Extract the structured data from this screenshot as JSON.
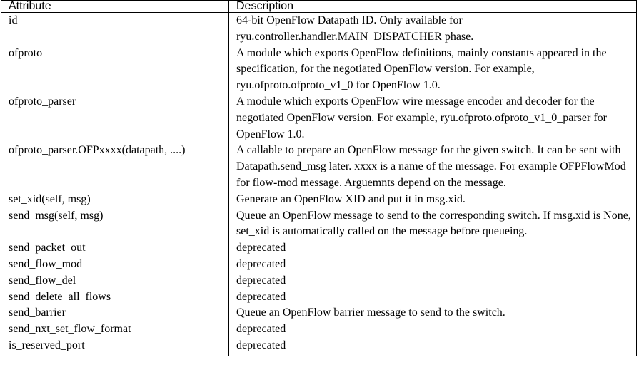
{
  "table": {
    "headers": [
      "Attribute",
      "Description"
    ],
    "rows": [
      {
        "attribute": "id",
        "description": "64-bit OpenFlow Datapath ID. Only available for ryu.controller.handler.MAIN_DISPATCHER phase."
      },
      {
        "attribute": "ofproto",
        "description": "A module which exports OpenFlow definitions, mainly constants appeared in the specification, for the negotiated OpenFlow version. For example, ryu.ofproto.ofproto_v1_0 for OpenFlow 1.0."
      },
      {
        "attribute": "ofproto_parser",
        "description": "A module which exports OpenFlow wire message encoder and decoder for the negotiated OpenFlow version. For example, ryu.ofproto.ofproto_v1_0_parser for OpenFlow 1.0."
      },
      {
        "attribute": "ofproto_parser.OFPxxxx(datapath, ....)",
        "description": "A callable to prepare an OpenFlow message for the given switch. It can be sent with Datapath.send_msg later. xxxx is a name of the message. For example OFPFlowMod for flow-mod message. Arguemnts depend on the message."
      },
      {
        "attribute": "set_xid(self, msg)",
        "description": "Generate an OpenFlow XID and put it in msg.xid."
      },
      {
        "attribute": "send_msg(self, msg)",
        "description": "Queue an OpenFlow message to send to the corresponding switch. If msg.xid is None, set_xid is automatically called on the message before queueing."
      },
      {
        "attribute": "send_packet_out",
        "description": "deprecated"
      },
      {
        "attribute": "send_flow_mod",
        "description": "deprecated"
      },
      {
        "attribute": "send_flow_del",
        "description": "deprecated"
      },
      {
        "attribute": "send_delete_all_flows",
        "description": "deprecated"
      },
      {
        "attribute": "send_barrier",
        "description": "Queue an OpenFlow barrier message to send to the switch."
      },
      {
        "attribute": "send_nxt_set_flow_format",
        "description": "deprecated"
      },
      {
        "attribute": "is_reserved_port",
        "description": "deprecated"
      }
    ]
  }
}
